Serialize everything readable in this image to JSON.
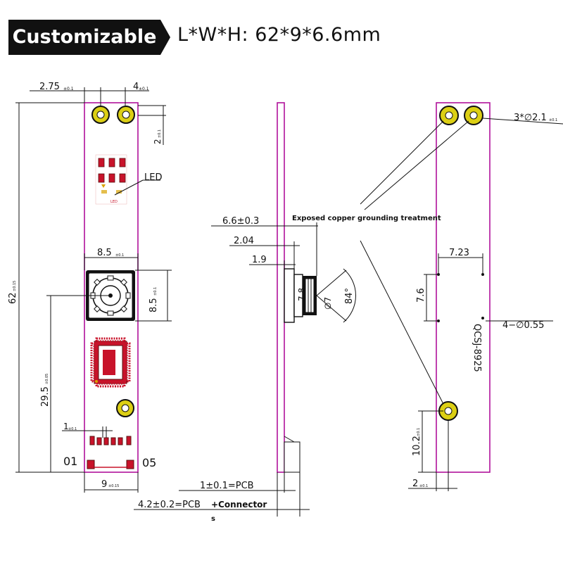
{
  "header": {
    "badge": "Customizable",
    "spec": "L*W*H:  62*9*6.6mm"
  },
  "front_view": {
    "dim_2_75": "2.75",
    "tol_01": "±0.1",
    "dim_4": "4",
    "dim_2_top": "2",
    "led_label": "LED",
    "led_small": "LED",
    "dim_62": "62",
    "tol_015": "±0.15",
    "dim_8_5_w": "8.5",
    "dim_8_5_h": "8.5",
    "dim_29_5": "29.5",
    "tol_005": "±0.05",
    "dim_1": "1",
    "pin_01": "01",
    "pin_05": "05",
    "dim_9": "9"
  },
  "side_view": {
    "dim_6_6": "6.6±0.3",
    "dim_2_04": "2.04",
    "dim_1_9": "1.9",
    "dim_7_8": "7.8",
    "dim_phi7": "∅7",
    "dim_84": "84°",
    "dim_pcb": "1±0.1=PCB",
    "dim_pcb_conn_a": "4.2±0.2=PCB",
    "dim_pcb_conn_b": "+Connector",
    "dim_pcb_conn_c": "s"
  },
  "back_view": {
    "dim_holes": "3*∅2.1",
    "tol_01": "±0.1",
    "copper_note": "Exposed copper grounding treatment",
    "dim_7_23": "7.23",
    "dim_7_6": "7.6",
    "dim_4_holes": "4−∅0.55",
    "model": "QCSJ-8925",
    "dim_10_2": "10.2",
    "dim_2_bottom": "2"
  }
}
